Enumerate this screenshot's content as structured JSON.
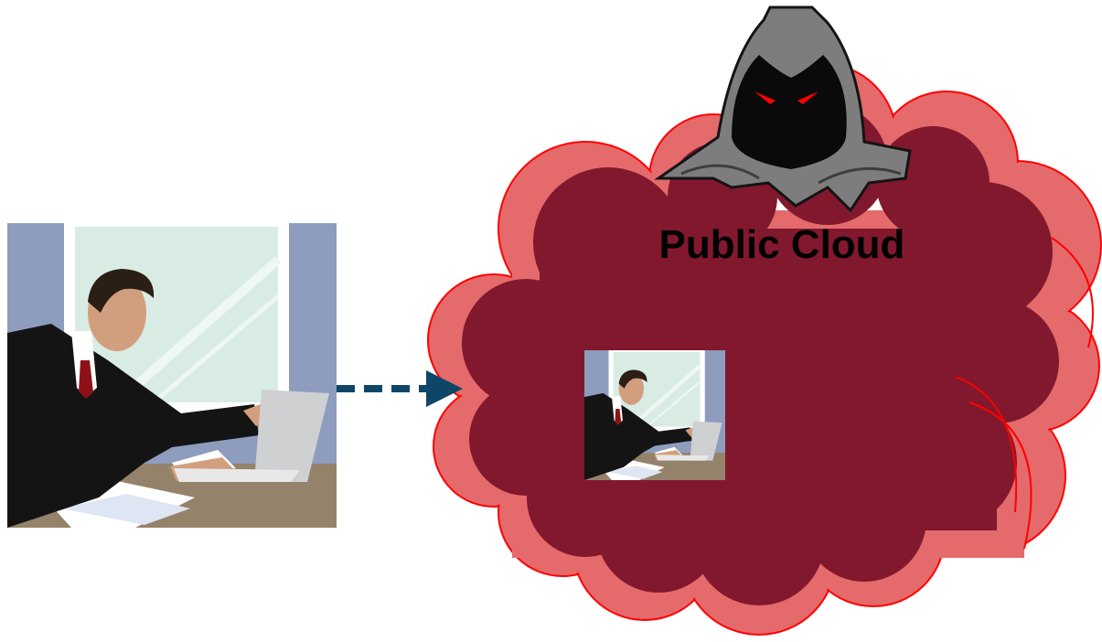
{
  "diagram": {
    "cloud_label": "Public Cloud",
    "colors": {
      "cloud_outer": "#e46a6b",
      "cloud_inner": "#82182e",
      "cloud_outline": "#ff0000",
      "arrow": "#0e4668",
      "hood": "#7d7d7d",
      "eyes": "#ff0000"
    },
    "nodes": [
      {
        "id": "user-at-laptop",
        "icon": "businessman-laptop-icon"
      },
      {
        "id": "user-copy-in-cloud",
        "icon": "businessman-laptop-icon"
      },
      {
        "id": "attacker",
        "icon": "hooded-hacker-icon"
      }
    ],
    "edges": [
      {
        "from": "user-at-laptop",
        "to": "public-cloud",
        "style": "dashed-arrow"
      }
    ]
  }
}
